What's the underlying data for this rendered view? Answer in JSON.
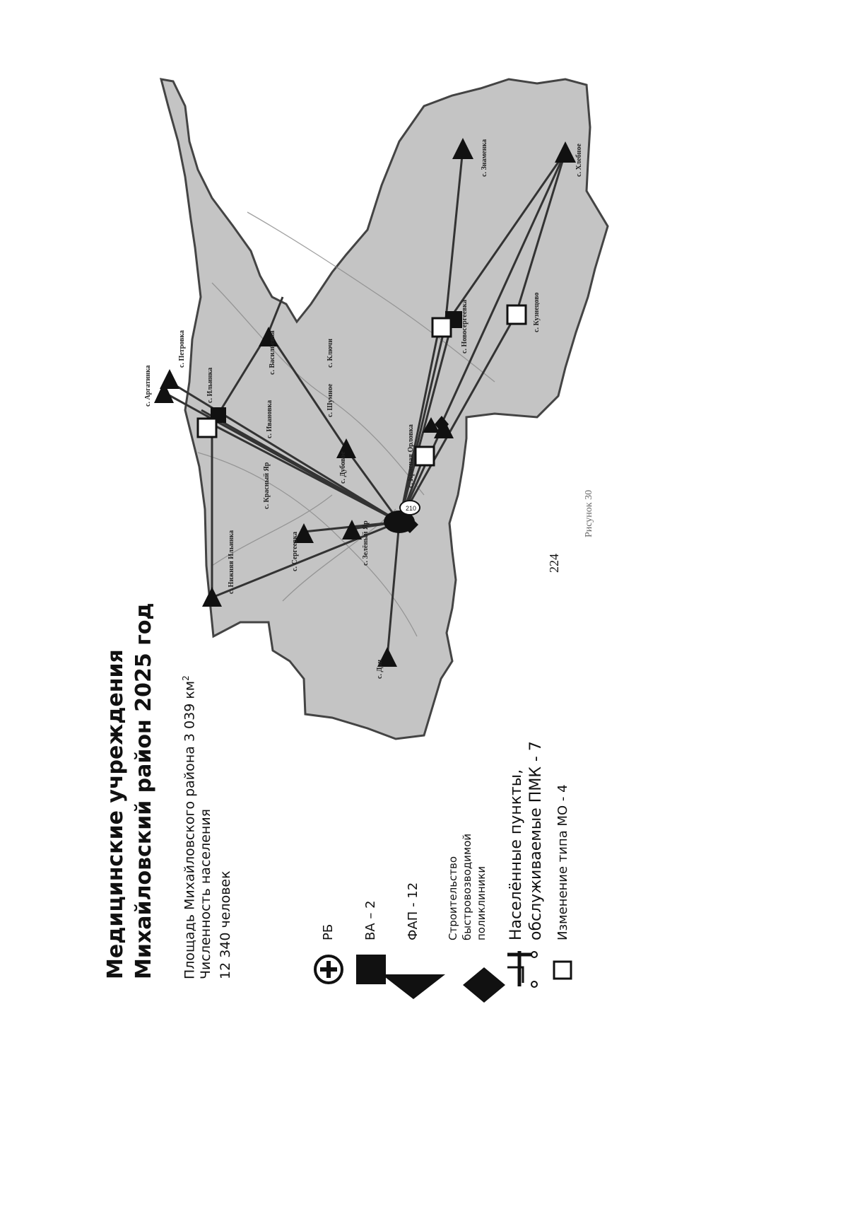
{
  "page_number": "224",
  "title": {
    "line1": "Медицинские учреждения",
    "line2": "Михайловский район 2025 год"
  },
  "info": {
    "area": "Площадь Михайловского района 3 039 км",
    "area_sup": "2",
    "population_label": "Численность населения",
    "population_value": "12 340 человек"
  },
  "legend": {
    "rb": "РБ",
    "va": "ВА – 2",
    "fap": "ФАП - 12",
    "construction_l1": "Строительство",
    "construction_l2": "быстровозводимой",
    "construction_l3": "поликлиники",
    "pmk_l1": "Населённые пункты,",
    "pmk_l2": "обслуживаемые ПМК - 7",
    "mo_change": "Изменение типа МО - 4"
  },
  "caption": "Рисунок 30",
  "map_labels": {
    "l1": "с. Нижняя Ильинка",
    "l2": "с. Сергеевка",
    "l3": "с. Красный Яр",
    "l4": "с. Зелёный Яр",
    "l5": "с. Дубовое",
    "l6": "с. Ивановка",
    "l7": "с. Васильевка",
    "l8": "с. Шумное",
    "l9": "с. Аргатинка",
    "l10": "с. Петровка",
    "l11": "с. Ильинка",
    "l12": "с. Новосергеевка",
    "l13": "с. Кузнецово",
    "l14": "с. Хлебное",
    "l15": "с. Знаменка",
    "l16": "с. Дон",
    "l17": "с. Красная Орловка",
    "l18": "с. Ключи"
  },
  "colors": {
    "map_fill": "#c4c4c4",
    "map_outline": "#444444",
    "line": "#333333",
    "symbol": "#111111"
  }
}
